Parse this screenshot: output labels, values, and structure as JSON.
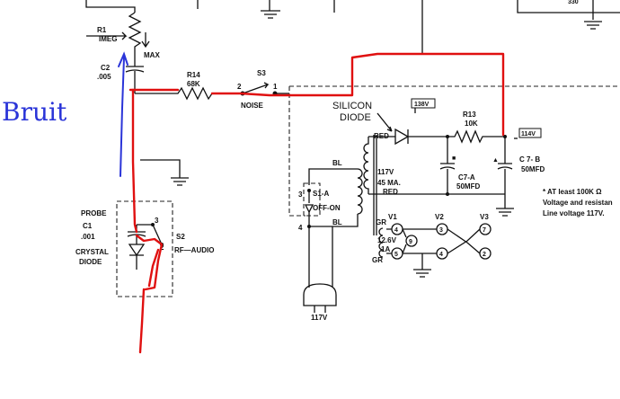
{
  "labels": {
    "r1": "R1",
    "r1_name": "IMEG",
    "max": "MAX",
    "c2": "C2",
    "c2_val": ".005",
    "r14": "R14",
    "r14_val": "68K",
    "s3": "S3",
    "s3_pin2": "2",
    "s3_pin1": "1",
    "noise": "NOISE",
    "silicon": "SILICON",
    "diode": "DIODE",
    "v138": "138V",
    "r13": "R13",
    "r13_val": "10K",
    "v114": "114V",
    "red_top": "RED",
    "c7b": "C 7- B",
    "c7b_val": "50MFD",
    "c7a": "C7-A",
    "c7a_val": "50MFD",
    "v117": "117V",
    "ma45": "45 MA.",
    "red_bottom": "RED",
    "bl_top": "BL",
    "bl_bottom": "BL",
    "s1a": "S1-A",
    "offon": "OFF-ON",
    "s1_pin3": "3",
    "s1_pin4": "4",
    "gr_top": "GR",
    "gr_bottom": "GR",
    "fil_v": "12.6V",
    "fil_a": "1A",
    "v1": "V1",
    "v2": "V2",
    "v3": "V3",
    "pin4": "4",
    "pin9": "9",
    "pin5": "5",
    "pin3a": "3",
    "pin4b": "4",
    "pin7": "7",
    "pin2": "2",
    "plug": "117V",
    "probe": "PROBE",
    "c1": "C1",
    "c1_val": ".001",
    "crystal": "CRYSTAL",
    "crystal_diode": "DIODE",
    "s2": "S2",
    "s2_mode": "RF—AUDIO",
    "s2_pin3": "3",
    "s2_pin2": "2",
    "note1": "* AT least 100K Ω",
    "note2": "Voltage and resistan",
    "note3": "Line voltage 117V.",
    "top_right": "330"
  },
  "annotation": {
    "text": "Bruit",
    "color": "#2a34d8",
    "trace_color": "#e01010"
  }
}
